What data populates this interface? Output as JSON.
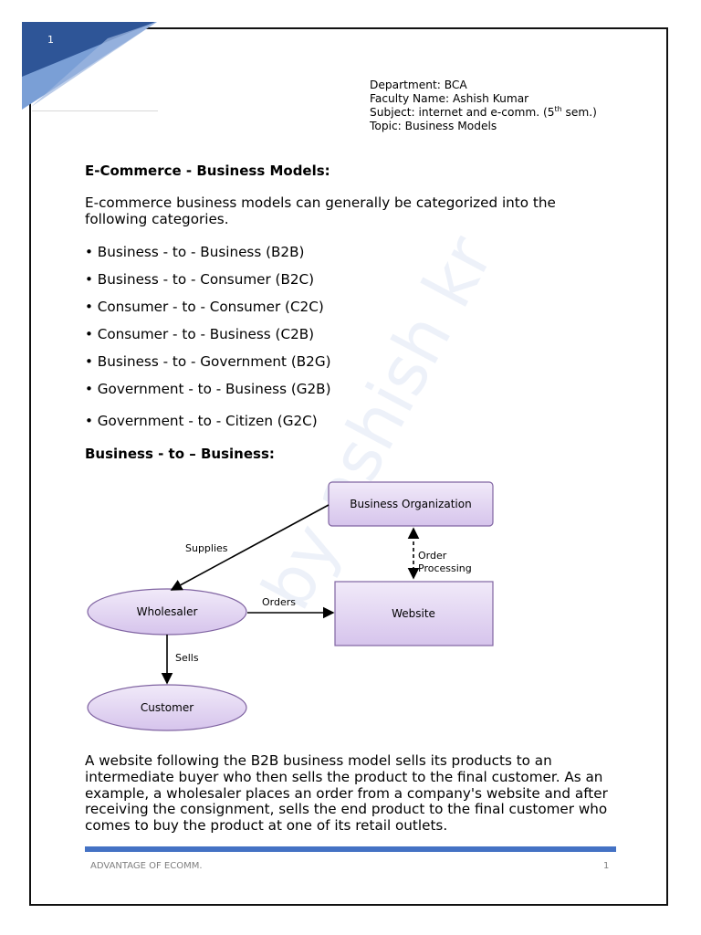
{
  "page": {
    "number_top": "1",
    "colors": {
      "accent": "#4472c4",
      "corner_dark": "#2e5597",
      "corner_light": "#7a9fd6",
      "shape_fill": "#e2d4f2",
      "shape_stroke": "#8064a2"
    }
  },
  "watermark": "by ashish kr",
  "meta": {
    "department": "Department:  BCA",
    "faculty": "Faculty Name: Ashish Kumar",
    "subject_pre": "Subject: internet and e-comm. (5",
    "subject_sup": "th",
    "subject_post": " sem.)",
    "topic": "Topic: Business Models"
  },
  "section1": {
    "heading": "E-Commerce - Business Models:",
    "intro": "E-commerce business models can generally be categorized into the following categories.",
    "bullets": [
      "• Business - to - Business (B2B)",
      "• Business - to - Consumer (B2C)",
      "• Consumer - to - Consumer (C2C)",
      "• Consumer - to - Business (C2B)",
      "• Business - to - Government (B2G)",
      "• Government - to - Business (G2B)",
      "• Government - to - Citizen (G2C)"
    ]
  },
  "section2": {
    "heading": "Business - to – Business:",
    "diagram": {
      "business_org": "Business Organization",
      "website": "Website",
      "wholesaler": "Wholesaler",
      "customer": "Customer",
      "supplies": "Supplies",
      "orders": "Orders",
      "order_processing_1": "Order",
      "order_processing_2": "Processing",
      "sells": "Sells"
    },
    "paragraph": "A website following the B2B business model sells its products to an intermediate buyer who then sells the product to the final customer. As an example, a wholesaler places an order from a company's website and after receiving the consignment, sells the end product to the final customer who comes to buy the product at one of its retail outlets."
  },
  "footer": {
    "left": "ADVANTAGE OF ECOMM.",
    "right": "1"
  }
}
